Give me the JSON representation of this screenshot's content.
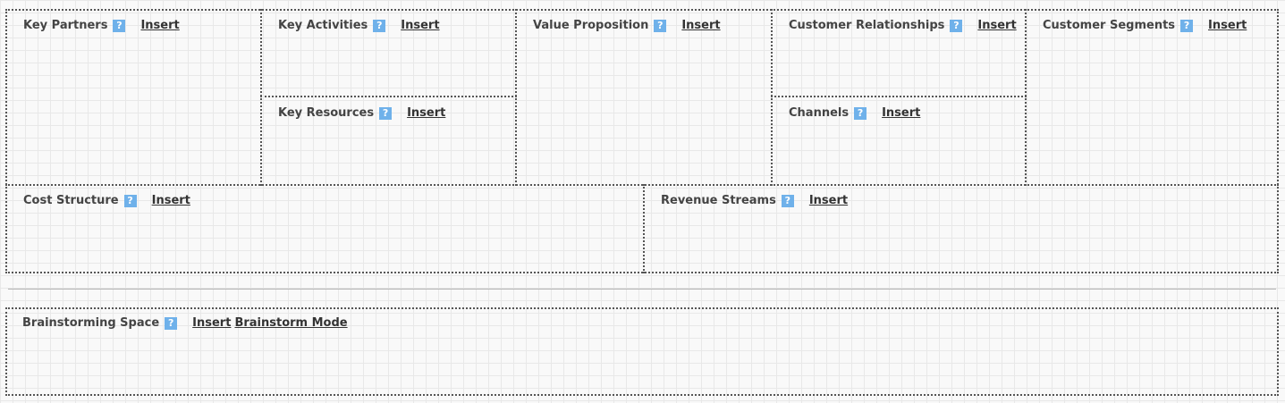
{
  "help_glyph": "?",
  "canvas": {
    "key_partners": {
      "title": "Key Partners",
      "insert": "Insert"
    },
    "key_activities": {
      "title": "Key Activities",
      "insert": "Insert"
    },
    "key_resources": {
      "title": "Key Resources",
      "insert": "Insert"
    },
    "value_proposition": {
      "title": "Value Proposition",
      "insert": "Insert"
    },
    "customer_relationships": {
      "title": "Customer Relationships",
      "insert": "Insert"
    },
    "channels": {
      "title": "Channels",
      "insert": "Insert"
    },
    "customer_segments": {
      "title": "Customer Segments",
      "insert": "Insert"
    },
    "cost_structure": {
      "title": "Cost Structure",
      "insert": "Insert"
    },
    "revenue_streams": {
      "title": "Revenue Streams",
      "insert": "Insert"
    }
  },
  "brainstorming": {
    "title": "Brainstorming Space",
    "insert": "Insert",
    "mode": "Brainstorm Mode"
  },
  "colors": {
    "help_badge": "#6fb1ea",
    "border": "#555555",
    "background": "#f9f9f9"
  }
}
